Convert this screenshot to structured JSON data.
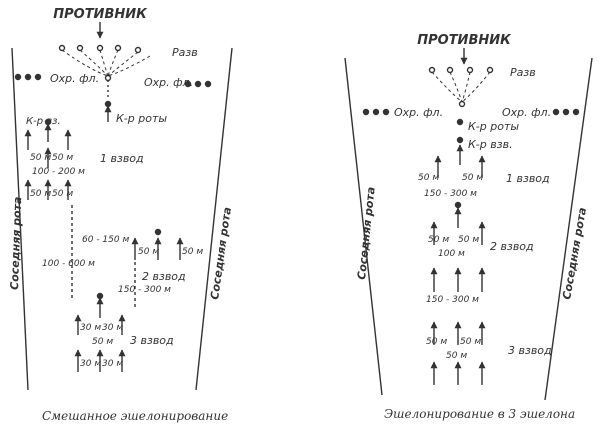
{
  "left": {
    "enemy": "ПРОТИВНИК",
    "recon": "Разв",
    "guard_left": "Охр. фл.",
    "guard_right": "Охр. фл.",
    "pl_cmdr": "К-р вз.",
    "co_cmdr": "К-р роты",
    "platoon1": "1 взвод",
    "platoon2": "2 взвод",
    "platoon3": "3 взвод",
    "neighbor_left": "Соседняя рота",
    "neighbor_right": "Соседняя рота",
    "d_50a": "50 м",
    "d_50b": "50 м",
    "d_100_200": "100 - 200 м",
    "d_50c": "50 м",
    "d_50d": "50 м",
    "d_60_150": "60 - 150 м",
    "d_100_600": "100 - 600 м",
    "d_150_300": "150 - 300 м",
    "d_50e": "50 м",
    "d_50f": "50 м",
    "d_30a": "30 м",
    "d_30b": "30 м",
    "d_50g": "50 м",
    "d_30c": "30 м",
    "d_30d": "30 м",
    "caption": "Смешанное эшелонирование"
  },
  "right": {
    "enemy": "ПРОТИВНИК",
    "recon": "Разв",
    "guard_left": "Охр. фл.",
    "guard_right": "Охр. фл.",
    "co_cmdr": "К-р роты",
    "pl_cmdr": "К-р взв.",
    "platoon1": "1 взвод",
    "platoon2": "2 взвод",
    "platoon3": "3 взвод",
    "neighbor_left": "Соседняя рота",
    "neighbor_right": "Соседняя рота",
    "d_50a": "50 м",
    "d_50b": "50 м",
    "d_150_300a": "150 - 300 м",
    "d_50c": "50 м",
    "d_50d": "50 м",
    "d_100": "100 м",
    "d_150_300b": "150 - 300 м",
    "d_50e": "50 м",
    "d_50f": "50 м",
    "d_50g": "50 м",
    "caption": "Эшелонирование в 3 эшелона"
  }
}
